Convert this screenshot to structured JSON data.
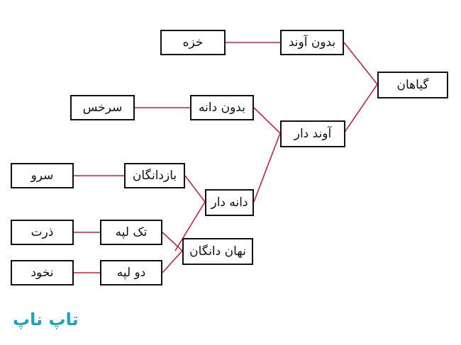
{
  "colors": {
    "connector": "#cc2233",
    "border": "#111111",
    "brand": "#1aa3c4"
  },
  "nodes": {
    "plants": "گیاهان",
    "nonvascular": "بدون آوند",
    "moss": "خزه",
    "vascular": "آوند دار",
    "seedless": "بدون دانه",
    "fern": "سرخس",
    "seed": "دانه دار",
    "gymnosperms": "بازدانگان",
    "cypress": "سرو",
    "angiosperms": "نهان دانگان",
    "monocot": "تک لپه",
    "corn": "ذرت",
    "dicot": "دو لپه",
    "pea": "نخود"
  },
  "brand": "تاپ ناپ"
}
